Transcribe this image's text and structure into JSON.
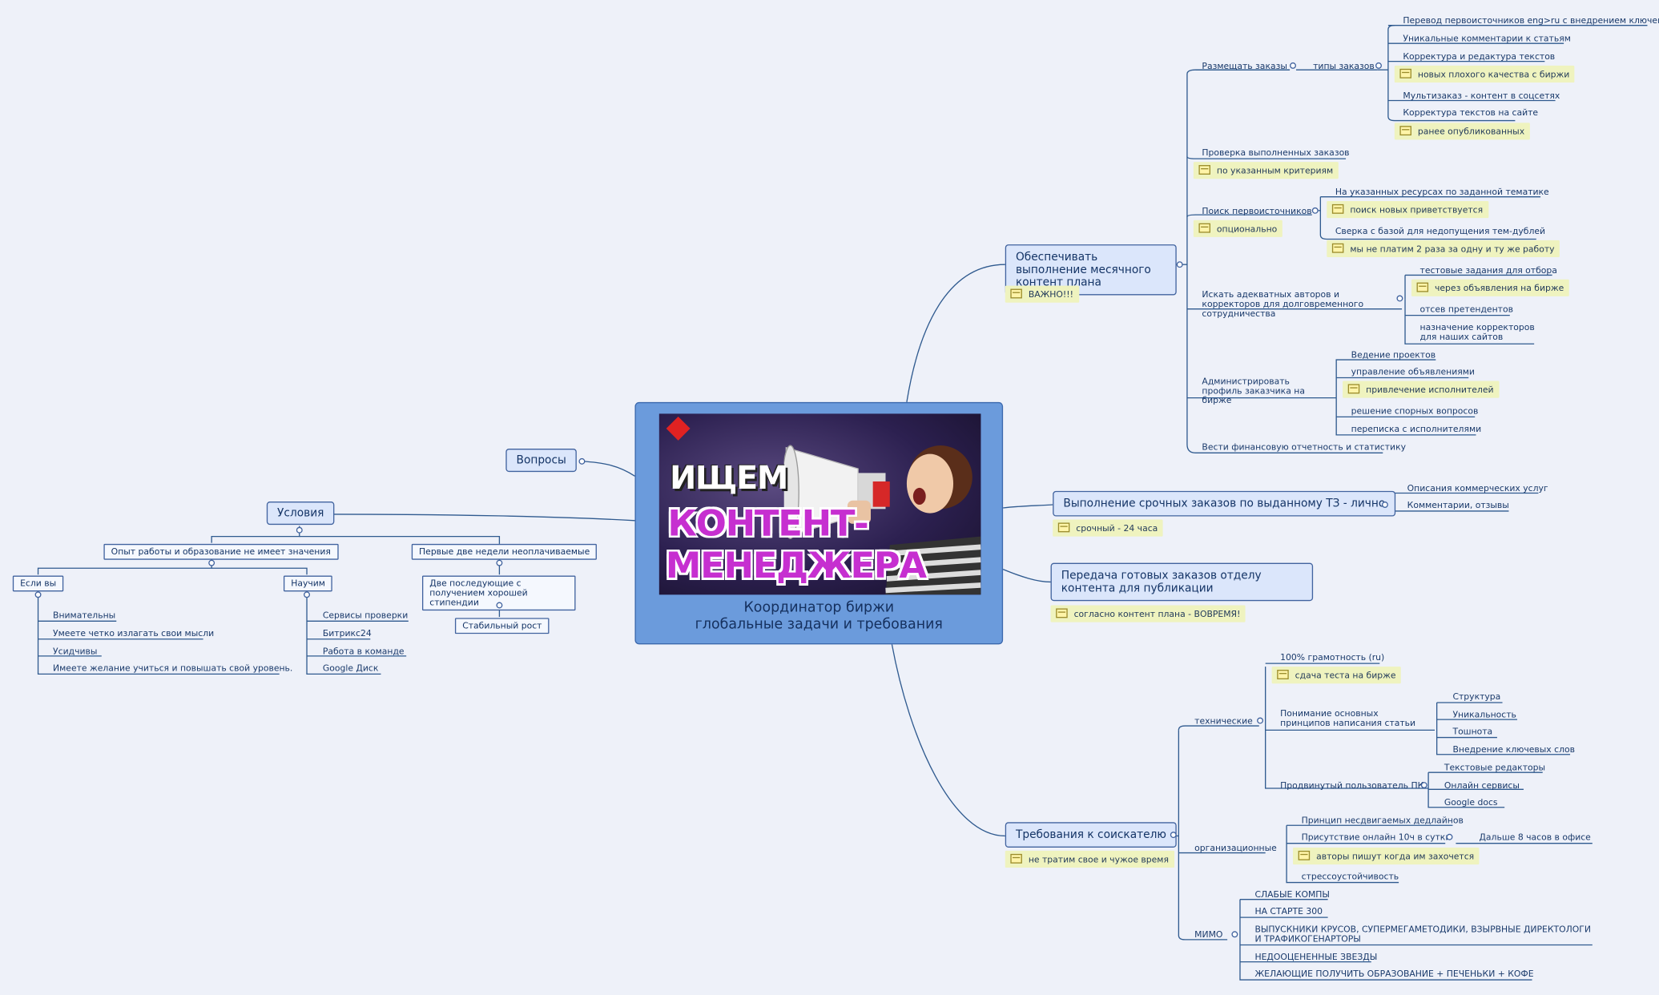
{
  "center": {
    "line1": "Координатор биржи",
    "line2": "глобальные задачи и требования",
    "banner": {
      "word1": "ИЩЕМ",
      "word2": "КОНТЕНТ-",
      "word3": "МЕНЕДЖЕРА"
    }
  },
  "left": {
    "questions": "Вопросы",
    "conditions": "Условия",
    "experience": "Опыт работы и образование не имеет значения",
    "if_you": "Если вы",
    "if_you_items": [
      "Внимательны",
      "Умеете четко излагать свои мысли",
      "Усидчивы",
      "Имеете желание учиться и повышать свой уровень."
    ],
    "teach": "Научим",
    "teach_items": [
      "Сервисы проверки",
      "Битрикс24",
      "Работа в команде",
      "Google Диск"
    ],
    "first_weeks": "Первые две недели неоплачиваемые",
    "next_weeks": "Две последующие с получением хорошей стипендии",
    "stable": "Стабильный рост"
  },
  "branch1": {
    "title": "Обеспечивать выполнение месячного контент плана",
    "note": "ВАЖНО!!!",
    "orders": "Размещать заказы",
    "types": "типы заказов",
    "type_items": [
      "Перевод первоисточников eng>ru с внедрением ключей",
      "Уникальные комментарии к статьям",
      "Корректура и редактура текстов",
      "новых плохого качества с биржи",
      "Мультизаказ - контент в соцсетях",
      "Корректура текстов на сайте",
      "ранее опубликованных"
    ],
    "check": "Проверка выполненных заказов",
    "check_note": "по указанным критериям",
    "search": "Поиск первоисточников",
    "search_note": "опционально",
    "search_items": [
      "На указанных ресурсах по заданной тематике",
      "поиск новых приветствуется",
      "Сверка с базой для недопущения тем-дублей",
      "мы не платим 2 раза за одну и ту же работу"
    ],
    "authors": "Искать адекватных авторов и корректоров для долговременного сотрудничества",
    "authors_items": [
      "тестовые задания для отбора",
      "через объявления на бирже",
      "отсев претендентов",
      "назначение корректоров для наших сайтов"
    ],
    "admin": "Администрировать профиль заказчика на бирже",
    "admin_items": [
      "Ведение проектов",
      "управление объявлениями",
      "привлечение исполнителей",
      "решение спорных вопросов",
      "переписка с исполнителями"
    ],
    "finance": "Вести финансовую отчетность и статистику"
  },
  "branch2": {
    "title": "Выполнение срочных заказов по выданному ТЗ - лично",
    "note": "срочный - 24 часа",
    "items": [
      "Описания коммерческих услуг",
      "Комментарии, отзывы"
    ]
  },
  "branch3": {
    "title": "Передача готовых заказов отделу контента для публикации",
    "note": "согласно контент плана - ВОВРЕМЯ!"
  },
  "branch4": {
    "title": "Требования к соискателю",
    "note": "не тратим свое и чужое время",
    "tech": "технические",
    "grammar": "100% грамотность (ru)",
    "grammar_note": "сдача теста на бирже",
    "principles": "Понимание основных принципов написания статьи",
    "principles_items": [
      "Структура",
      "Уникальность",
      "Тошнота",
      "Внедрение ключевых слов"
    ],
    "pc": "Продвинутый пользователь ПК",
    "pc_items": [
      "Текстовые редакторы",
      "Онлайн сервисы",
      "Google docs"
    ],
    "org": "организационные",
    "org_items": [
      "Принцип несдвигаемых дедлайнов",
      "Присутствие онлайн 10ч в сутки",
      "авторы пишут когда им захочется",
      "стрессоустойчивость"
    ],
    "further": "Дальше 8 часов в офисе",
    "mimo": "МИМО",
    "mimo_items": [
      "СЛАБЫЕ КОМПЫ",
      "НА СТАРТЕ 300",
      "ВЫПУСКНИКИ КРУСОВ, СУПЕРМЕГАМЕТОДИКИ, ВЗЫРВНЫЕ ДИРЕКТОЛОГИ И ТРАФИКОГЕНАРТОРЫ",
      "НЕДООЦЕНЕННЫЕ ЗВЕЗДЫ",
      "ЖЕЛАЮЩИЕ ПОЛУЧИТЬ ОБРАЗОВАНИЕ + ПЕЧЕНЬКИ + КОФЕ"
    ]
  }
}
